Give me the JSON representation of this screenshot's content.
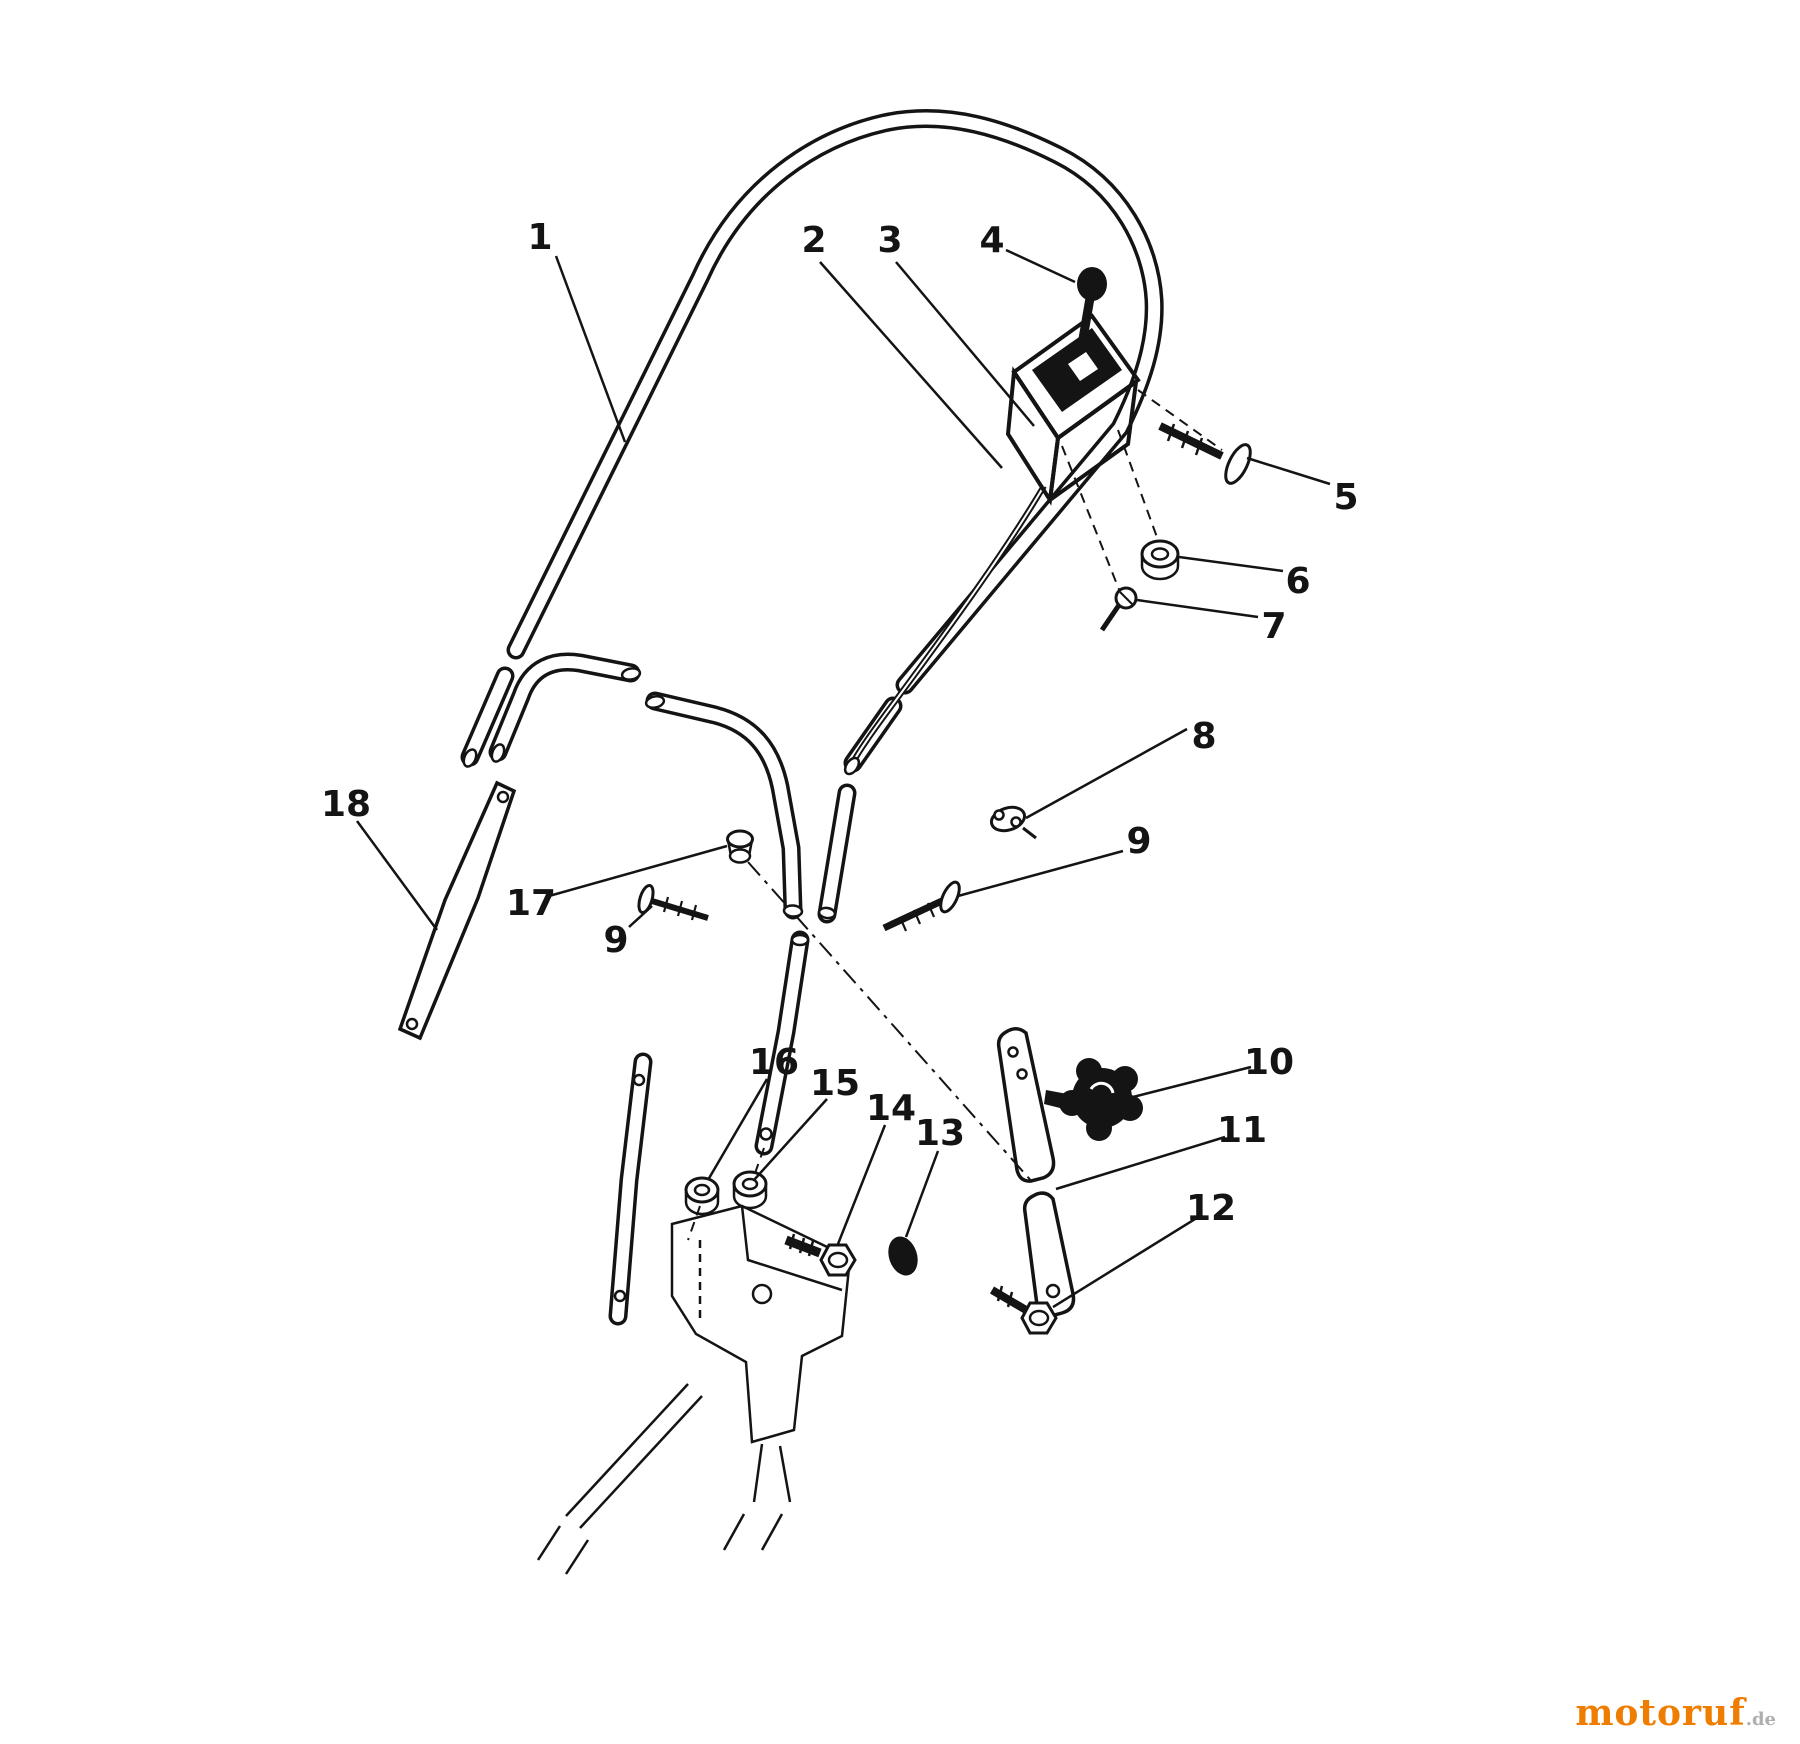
{
  "page": {
    "background_color": "#ffffff",
    "line_color": "#141414"
  },
  "diagram": {
    "part_labels": [
      "1",
      "2",
      "3",
      "4",
      "5",
      "6",
      "7",
      "8",
      "9",
      "9",
      "10",
      "11",
      "12",
      "13",
      "14",
      "15",
      "16",
      "17",
      "18"
    ]
  },
  "watermark": {
    "brand": "motoruf",
    "tld": ".de",
    "brand_color": "#ee7d00",
    "tld_color": "#b0afad"
  }
}
